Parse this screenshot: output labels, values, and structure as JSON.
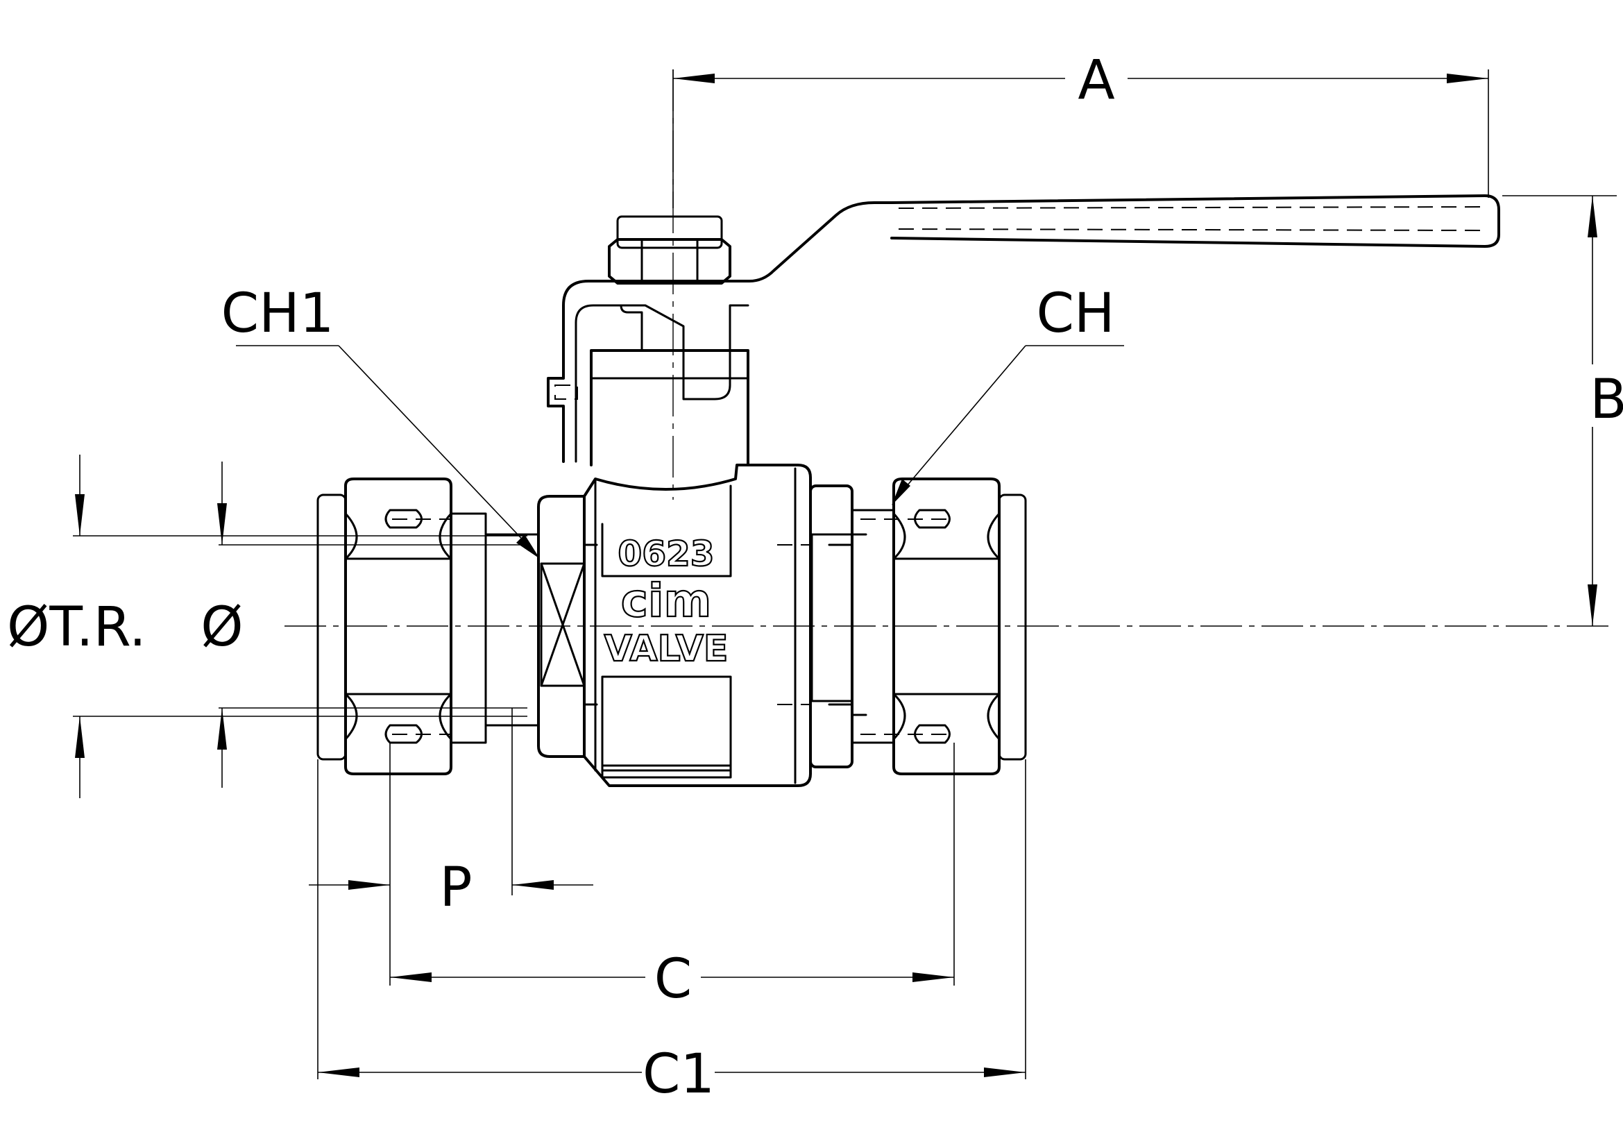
{
  "dimensions": {
    "A": "A",
    "B": "B",
    "C": "C",
    "C1": "C1",
    "P": "P",
    "CH": "CH",
    "CH1": "CH1",
    "diameter_tr": "ØT.R.",
    "diameter": "Ø"
  },
  "body_marking": {
    "code": "0623",
    "brand": "cim",
    "word": "VALVE"
  }
}
